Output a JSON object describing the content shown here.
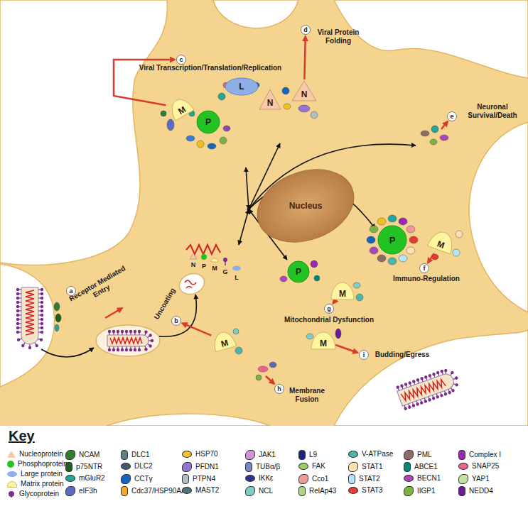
{
  "diagram": {
    "nodes": [
      {
        "text": [
          "d"
        ]
      },
      {
        "text": [
          "c"
        ]
      },
      {
        "text": [
          "L"
        ]
      },
      {
        "text": [
          "N"
        ]
      },
      {
        "text": [
          "N"
        ]
      },
      {
        "text": [
          "M"
        ]
      },
      {
        "text": [
          "e"
        ]
      },
      {
        "text": [
          "P"
        ]
      },
      {
        "text": [
          "Nucleus"
        ]
      },
      {
        "text": [
          "P"
        ]
      },
      {
        "text": [
          "M"
        ]
      },
      {
        "text": [
          "f"
        ]
      },
      {
        "text": [
          "P"
        ]
      },
      {
        "text": [
          "a"
        ]
      },
      {
        "text": [
          "M"
        ]
      },
      {
        "text": [
          "b"
        ]
      },
      {
        "text": [
          "g"
        ]
      },
      {
        "text": [
          "M"
        ]
      },
      {
        "text": [
          "M"
        ]
      },
      {
        "text": [
          "i"
        ]
      },
      {
        "text": [
          "h"
        ]
      }
    ],
    "edges": [
      {
        "from": 5,
        "to": 1,
        "arrow": "to"
      },
      {
        "from": 3,
        "to": 0,
        "arrow": "to"
      },
      {
        "from": 10,
        "to": 11,
        "arrow": "to"
      },
      {
        "from": 14,
        "to": 16,
        "arrow": "to"
      },
      {
        "from": 18,
        "to": 15,
        "arrow": "to"
      },
      {
        "from": 17,
        "to": 19,
        "arrow": "to"
      }
    ],
    "labels": [
      "Viral Transcription/Translation/Replication",
      "Viral Protein Folding",
      "Neuronal Survival/Death",
      "Immuno-Regulation",
      "Receptor Mediated Entry",
      "Uncoating",
      "N",
      "P",
      "M",
      "G",
      "L",
      "Mitochondrial Dysfunction",
      "Budding/Egress",
      "Membrane Fusion",
      "Key"
    ],
    "legend": [
      {
        "text": "Nucleoprotein",
        "color": "#F9C9A6"
      },
      {
        "text": "Phosphoprotein",
        "color": "#22C322"
      },
      {
        "text": "Large protein",
        "color": "#8EAEE6"
      },
      {
        "text": "Matrix protein",
        "color": "#FFF5A0"
      },
      {
        "text": "Glycoprotein",
        "color": "#7B2D8E"
      },
      {
        "text": "NCAM"
      },
      {
        "text": "p75NTR"
      },
      {
        "text": "mGluR2"
      },
      {
        "text": "eIF3h"
      },
      {
        "text": "DLC1"
      },
      {
        "text": "DLC2"
      },
      {
        "text": "CCTγ"
      },
      {
        "text": "Cdc37/HSP90AA1"
      },
      {
        "text": "HSP70"
      },
      {
        "text": "PFDN1"
      },
      {
        "text": "PTPN4"
      },
      {
        "text": "MAST2"
      },
      {
        "text": "JAK1"
      },
      {
        "text": "TUBα/β"
      },
      {
        "text": "IKKε"
      },
      {
        "text": "NCL"
      },
      {
        "text": "L9"
      },
      {
        "text": "FAK"
      },
      {
        "text": "Cco1"
      },
      {
        "text": "RelAp43"
      },
      {
        "text": "V-ATPase"
      },
      {
        "text": "STAT1"
      },
      {
        "text": "STAT2"
      },
      {
        "text": "STAT3"
      },
      {
        "text": "PML"
      },
      {
        "text": "ABCE1"
      },
      {
        "text": "BECN1"
      },
      {
        "text": "IIGP1"
      },
      {
        "text": "Complex I"
      },
      {
        "text": "SNAP25"
      },
      {
        "text": "YAP1"
      },
      {
        "text": "NEDD4"
      }
    ]
  }
}
